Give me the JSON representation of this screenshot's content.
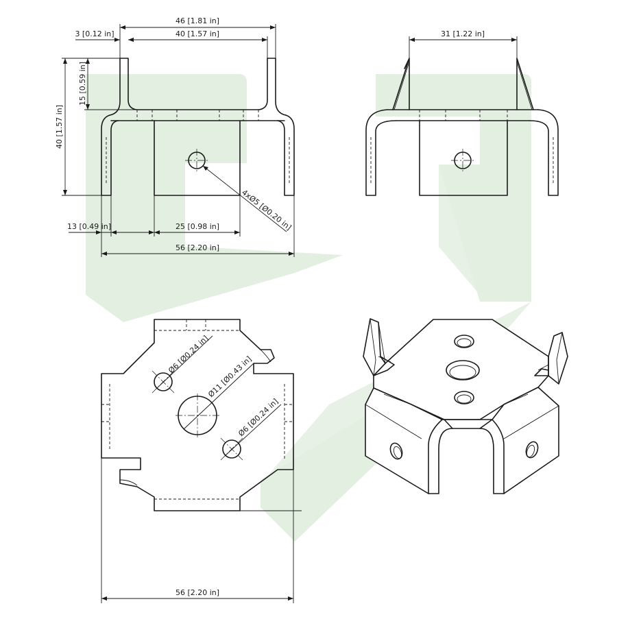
{
  "watermark": {
    "color": "#e3efe1"
  },
  "front_view": {
    "overall_width": "46 [1.81 in]",
    "tab_thickness": "3 [0.12 in]",
    "inner_width": "40 [1.57 in]",
    "height": "40 [1.57 in]",
    "tab_height": "15 [0.59 in]",
    "left_offset": "13 [0.49 in]",
    "center_width": "25 [0.98 in]",
    "base_width": "56 [2.20 in]",
    "hole_callout": "4xØ5 [Ø0.20 in]"
  },
  "side_view": {
    "tab_span": "31 [1.22 in]"
  },
  "top_view": {
    "hole_left": "Ø6 [Ø0.24 in]",
    "hole_center": "Ø11 [Ø0.43 in]",
    "hole_right": "Ø6 [Ø0.24 in]",
    "overall_width": "56 [2.20 in]"
  }
}
